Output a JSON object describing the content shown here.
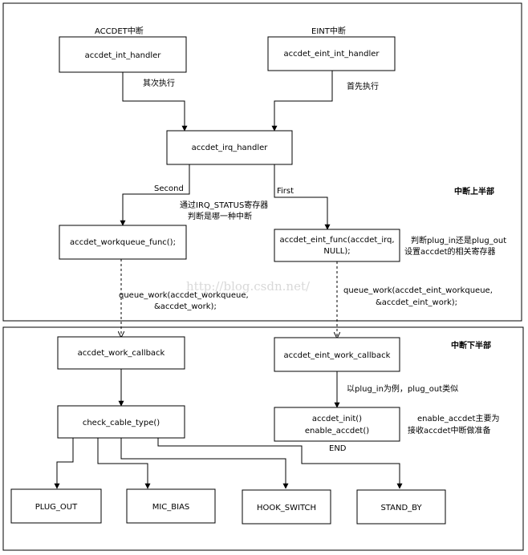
{
  "sections": {
    "top_half": "中断上半部",
    "bottom_half": "中断下半部"
  },
  "labels": {
    "accdet_irq": "ACCDET中断",
    "eint_irq": "EINT中断",
    "second_exec": "其次执行",
    "first_exec": "首先执行",
    "second": "Second",
    "first": "First",
    "irq_status_1": "通过IRQ_STATUS寄存器",
    "irq_status_2": "判断是哪一种中断",
    "plug_judge_1": "判断plug_in还是plug_out",
    "plug_judge_2": "设置accdet的相关寄存器",
    "queue_work_1_a": "queue_work(accdet_workqueue,",
    "queue_work_1_b": "&accdet_work);",
    "queue_work_2_a": "queue_work(accdet_eint_workqueue,",
    "queue_work_2_b": "&accdet_eint_work);",
    "plug_example": "以plug_in为例，plug_out类似",
    "enable_note_1": "enable_accdet主要为",
    "enable_note_2": "接收accdet中断做准备",
    "end": "END"
  },
  "nodes": {
    "accdet_int_handler": "accdet_int_handler",
    "accdet_eint_int_handler": "accdet_eint_int_handler",
    "accdet_irq_handler": "accdet_irq_handler",
    "accdet_workqueue_func": "accdet_workqueue_func();",
    "accdet_eint_func_1": "accdet_eint_func(accdet_irq,",
    "accdet_eint_func_2": "NULL);",
    "accdet_work_callback": "accdet_work_callback",
    "accdet_eint_work_callback": "accdet_eint_work_callback",
    "check_cable_type": "check_cable_type()",
    "accdet_init": "accdet_init()",
    "enable_accdet": "enable_accdet()",
    "plug_out": "PLUG_OUT",
    "mic_bias": "MIC_BIAS",
    "hook_switch": "HOOK_SWITCH",
    "stand_by": "STAND_BY"
  },
  "watermark": "http://blog.csdn.net/"
}
